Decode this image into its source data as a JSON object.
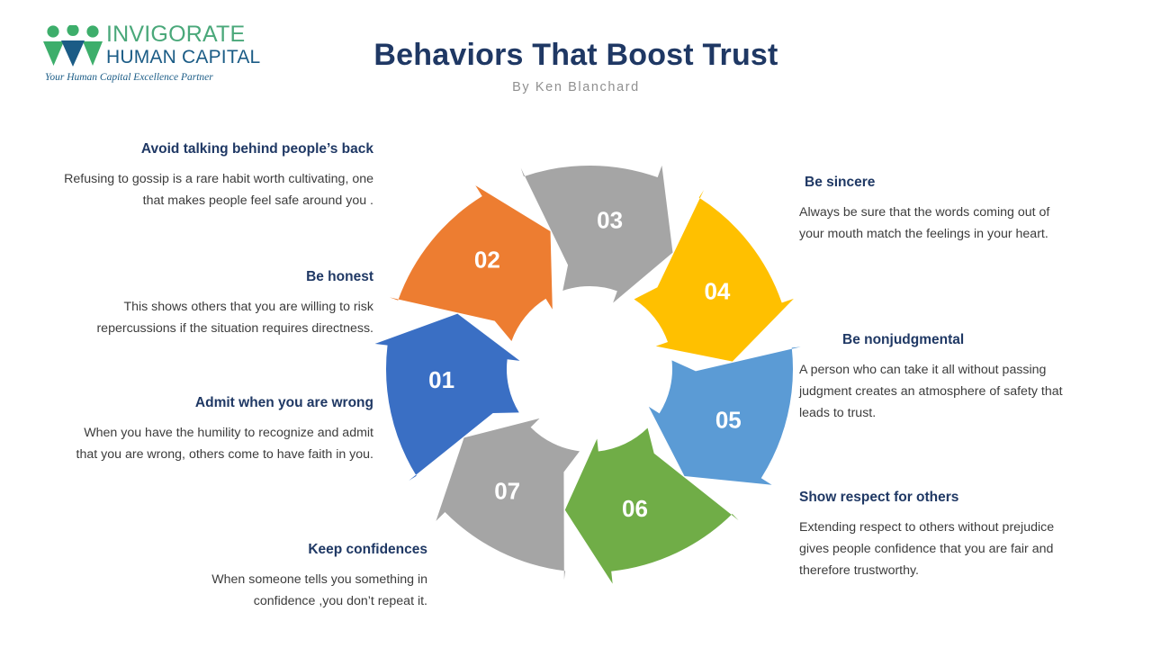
{
  "brand": {
    "name_line1": "INVIGORATE",
    "name_line2": "HUMAN CAPITAL",
    "tagline": "Your Human Capital Excellence Partner",
    "mark_green": "#3DAE6B",
    "mark_blue": "#1B5C86",
    "word_green": "#4AA87A",
    "word_blue": "#1B5C86"
  },
  "header": {
    "title": "Behaviors That Boost Trust",
    "subtitle": "By Ken Blanchard",
    "title_color": "#1F3864",
    "subtitle_color": "#909090"
  },
  "chart_data": {
    "type": "pie",
    "title": "Behaviors That Boost Trust",
    "subtitle": "By Ken Blanchard",
    "shape": "circular-arrow-cycle",
    "segment_count": 7,
    "legend_position": "sides",
    "center_hole": true,
    "segments": [
      {
        "number": "01",
        "label": "Keep confidences",
        "body": "When someone tells you something in confidence ,you don’t repeat it.",
        "color": "#3A6FC4",
        "value": 14.3,
        "side": "left"
      },
      {
        "number": "02",
        "label": "Admit when you are wrong",
        "body": "When you have the humility to recognize and admit that you are wrong, others come to have faith in you.",
        "color": "#ED7D31",
        "value": 14.3,
        "side": "left"
      },
      {
        "number": "03",
        "label": "Be honest",
        "body": "This shows others that you are willing to risk repercussions if the situation requires directness.",
        "color": "#A5A5A5",
        "value": 14.3,
        "side": "left"
      },
      {
        "number": "04",
        "label": "Avoid talking behind people’s back",
        "body": "Refusing to gossip is a rare habit worth cultivating, one that makes people feel safe around you .",
        "color": "#FFC000",
        "value": 14.3,
        "side": "left"
      },
      {
        "number": "05",
        "label": "Be sincere",
        "body": "Always be sure that the words coming out of your mouth match the feelings in your heart.",
        "color": "#5B9BD5",
        "value": 14.3,
        "side": "right"
      },
      {
        "number": "06",
        "label": "Be nonjudgmental",
        "body": "A person who can take it all without passing judgment creates an atmosphere of safety that leads to trust.",
        "color": "#70AD47",
        "value": 14.3,
        "side": "right"
      },
      {
        "number": "07",
        "label": "Show respect for others",
        "body": "Extending respect to others without prejudice gives people confidence that you are fair and therefore trustworthy.",
        "color": "#A5A5A5",
        "value": 14.3,
        "side": "right"
      }
    ]
  },
  "blocks": [
    {
      "title": "Avoid talking behind people’s back",
      "body": "Refusing to gossip is a rare habit worth cultivating, one that makes people feel safe around you ."
    },
    {
      "title": "Be honest",
      "body": "This shows others that you are willing to risk repercussions if the situation requires directness."
    },
    {
      "title": "Admit when you are wrong",
      "body": "When you have the humility to recognize and admit that you are wrong, others come to have faith in you."
    },
    {
      "title": "Keep confidences",
      "body": "When someone tells you something in confidence ,you don’t repeat it."
    },
    {
      "title": "Be sincere",
      "body": "Always be sure that the words coming out of your mouth match the feelings in your heart."
    },
    {
      "title": "Be nonjudgmental",
      "body": "A person who can take it all without passing judgment creates an atmosphere of safety that leads to trust."
    },
    {
      "title": "Show respect for others",
      "body": "Extending respect to others without prejudice gives people confidence that you are fair and therefore trustworthy."
    }
  ]
}
